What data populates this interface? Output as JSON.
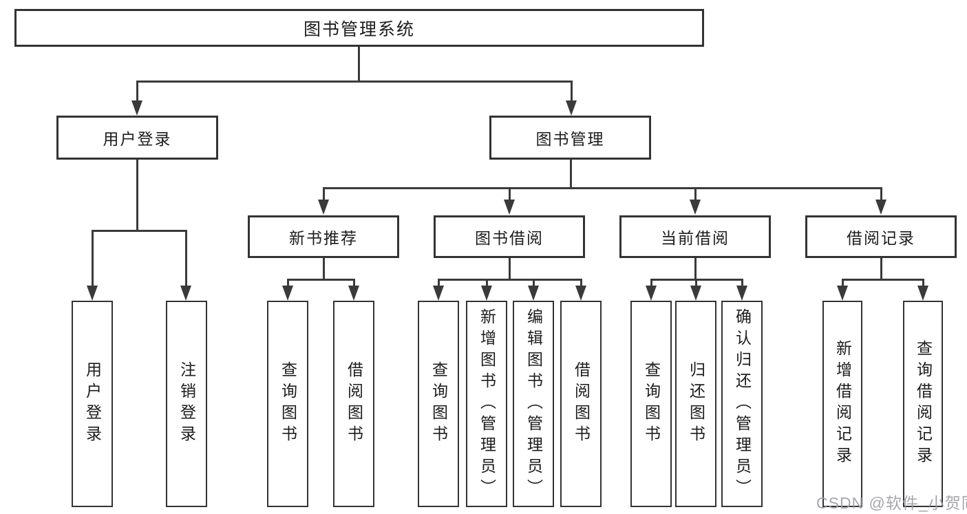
{
  "tree": {
    "label": "图书管理系统",
    "children": [
      {
        "label": "用户登录",
        "children": [
          {
            "label": "用户登录"
          },
          {
            "label": "注销登录"
          }
        ]
      },
      {
        "label": "图书管理",
        "children": [
          {
            "label": "新书推荐",
            "children": [
              {
                "label": "查询图书"
              },
              {
                "label": "借阅图书"
              }
            ]
          },
          {
            "label": "图书借阅",
            "children": [
              {
                "label": "查询图书"
              },
              {
                "label": "新增图书（管理员）"
              },
              {
                "label": "编辑图书（管理员）"
              },
              {
                "label": "借阅图书"
              }
            ]
          },
          {
            "label": "当前借阅",
            "children": [
              {
                "label": "查询图书"
              },
              {
                "label": "归还图书"
              },
              {
                "label": "确认归还（管理员）"
              }
            ]
          },
          {
            "label": "借阅记录",
            "children": [
              {
                "label": "新增借阅记录"
              },
              {
                "label": "查询借阅记录"
              }
            ]
          }
        ]
      }
    ]
  },
  "watermark": "CSDN @软件_小贺同学",
  "colors": {
    "line": "#3a3a3a",
    "box_border": "#333333",
    "text": "#1c1c1c",
    "watermark": "#9e9ea4",
    "background": "#ffffff"
  }
}
